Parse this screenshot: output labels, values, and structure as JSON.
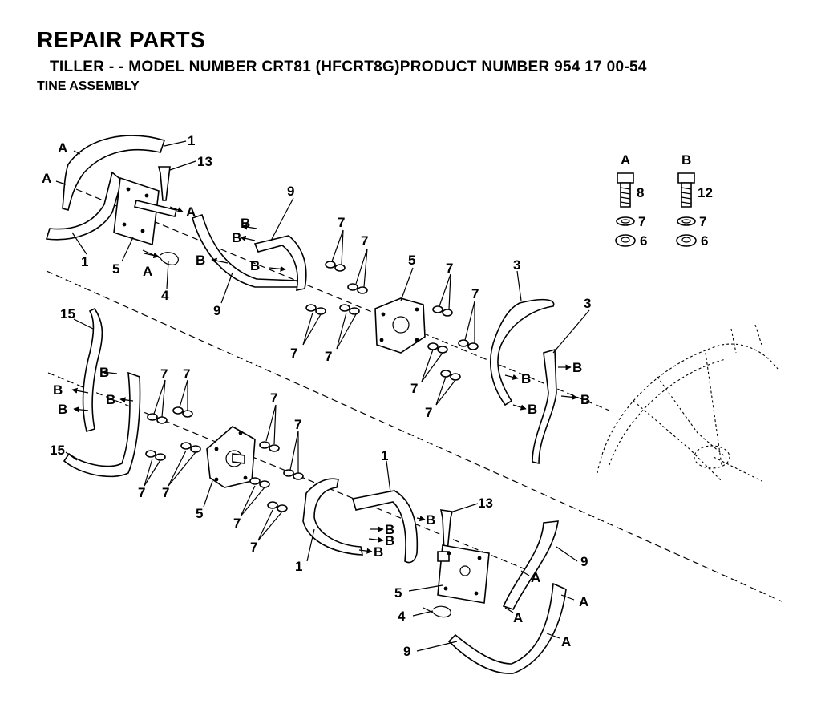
{
  "header": {
    "title": "REPAIR PARTS",
    "subtitle": "TILLER - - MODEL NUMBER CRT81 (HFCRT8G)PRODUCT NUMBER 954 17 00-54",
    "section": "TINE ASSEMBLY"
  },
  "hardware_legend": {
    "col_a": {
      "letter": "A",
      "bolt": "8",
      "lockwasher": "7",
      "nut": "6"
    },
    "col_b": {
      "letter": "B",
      "bolt": "12",
      "lockwasher": "7",
      "nut": "6"
    }
  },
  "callouts": {
    "n1": "1",
    "n3": "3",
    "n4": "4",
    "n5": "5",
    "n6": "6",
    "n7": "7",
    "n8": "8",
    "n9": "9",
    "n12": "12",
    "n13": "13",
    "n15": "15",
    "a": "A",
    "b": "B"
  }
}
